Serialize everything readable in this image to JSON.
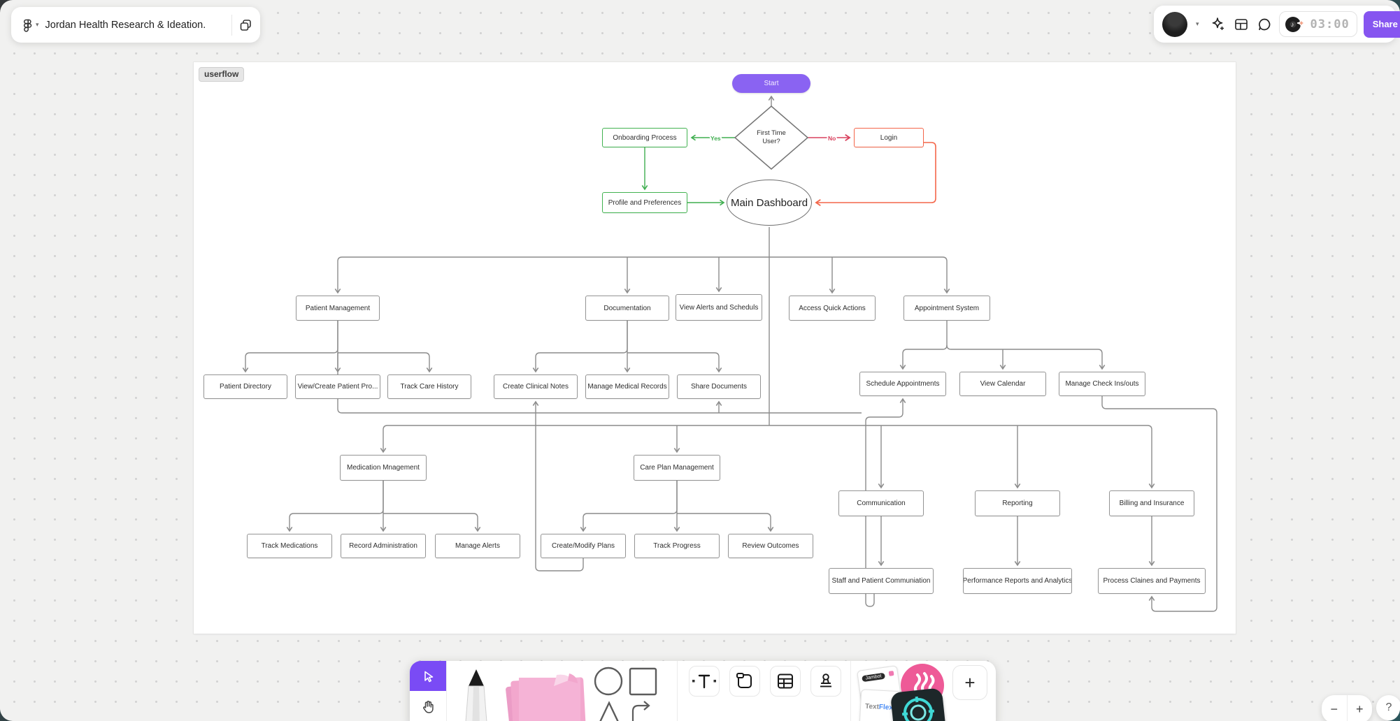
{
  "header": {
    "file_title": "Jordan Health Research & Ideation.",
    "share_label": "Share",
    "timer": "03:00"
  },
  "canvas": {
    "frame_label": "userflow"
  },
  "flow": {
    "edge_labels": {
      "yes": "Yes",
      "no": "No"
    },
    "nodes": {
      "start": {
        "label": "Start"
      },
      "first_time_user": {
        "label": "First Time\nUser?"
      },
      "onboarding": {
        "label": "Onboarding Process"
      },
      "login": {
        "label": "Login"
      },
      "profile_prefs": {
        "label": "Profile and Preferences"
      },
      "main_dashboard": {
        "label": "Main Dashboard"
      },
      "patient_mgmt": {
        "label": "Patient Management"
      },
      "documentation": {
        "label": "Documentation"
      },
      "view_alerts": {
        "label": "View Alerts and Scheduls"
      },
      "quick_actions": {
        "label": "Access Quick Actions"
      },
      "appointment_system": {
        "label": "Appointment System"
      },
      "patient_directory": {
        "label": "Patient Directory"
      },
      "view_create_patient": {
        "label": "View/Create Patient Pro..."
      },
      "track_care_history": {
        "label": "Track Care History"
      },
      "create_clinical_notes": {
        "label": "Create Clinical Notes"
      },
      "manage_medical_records": {
        "label": "Manage Medical Records"
      },
      "share_documents": {
        "label": "Share Documents"
      },
      "schedule_appointments": {
        "label": "Schedule Appointments"
      },
      "view_calendar": {
        "label": "View Calendar"
      },
      "manage_checkins": {
        "label": "Manage Check Ins/outs"
      },
      "medication_mgmt": {
        "label": "Medication Mnagement"
      },
      "care_plan_mgmt": {
        "label": "Care Plan Management"
      },
      "communication": {
        "label": "Communication"
      },
      "reporting": {
        "label": "Reporting"
      },
      "billing_insurance": {
        "label": "Billing and Insurance"
      },
      "track_medications": {
        "label": "Track Medications"
      },
      "record_admin": {
        "label": "Record Administration"
      },
      "manage_alerts": {
        "label": "Manage Alerts"
      },
      "create_modify_plans": {
        "label": "Create/Modify Plans"
      },
      "track_progress": {
        "label": "Track Progress"
      },
      "review_outcomes": {
        "label": "Review Outcomes"
      },
      "staff_patient_comm": {
        "label": "Staff and Patient Communiation"
      },
      "perf_reports": {
        "label": "Performance Reports and Analytics"
      },
      "process_claims": {
        "label": "Process Claines and Payments"
      }
    }
  },
  "toolbar": {
    "widgets": {
      "jambot": "Jambot",
      "textflex_text": "Text",
      "textflex_flex": "Flex"
    },
    "plus_label": "+"
  },
  "zoom_controls": {
    "out": "−",
    "in": "+",
    "help": "?"
  },
  "colors": {
    "accent_purple": "#8655f0",
    "edge_green": "#3fae4f",
    "edge_red": "#d9415e",
    "edge_orange": "#f4664a",
    "sticky_pink": "#f2a7cd"
  }
}
